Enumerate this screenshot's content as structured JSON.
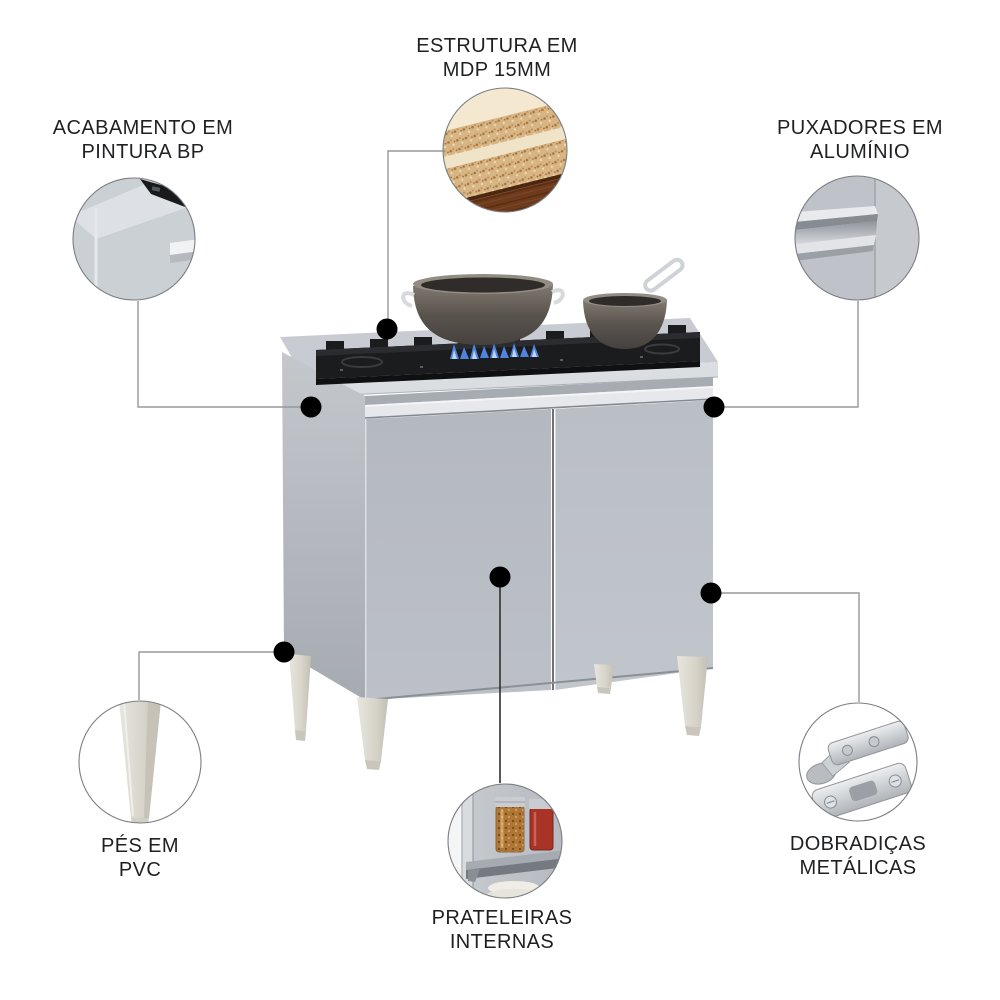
{
  "callouts": [
    {
      "id": "structure",
      "line1": "ESTRUTURA EM",
      "line2": "MDP 15MM",
      "photo": "mdp-board-cross-section"
    },
    {
      "id": "finish",
      "line1": "ACABAMENTO EM",
      "line2": "PINTURA BP",
      "photo": "bp-paint-cabinet-corner"
    },
    {
      "id": "handles",
      "line1": "PUXADORES EM",
      "line2": "ALUMÍNIO",
      "photo": "aluminum-handle-profile"
    },
    {
      "id": "feet",
      "line1": "PÉS EM",
      "line2": "PVC",
      "photo": "pvc-tapered-foot"
    },
    {
      "id": "shelves",
      "line1": "PRATELEIRAS",
      "line2": "INTERNAS",
      "photo": "internal-shelf-with-jars"
    },
    {
      "id": "hinges",
      "line1": "DOBRADIÇAS",
      "line2": "METÁLICAS",
      "photo": "metal-concealed-hinge"
    }
  ],
  "colors": {
    "background": "#ffffff",
    "text": "#1f2022",
    "connector_line": "#95989c",
    "dot_black": "#000000",
    "cabinet_door_gray": "#b7bbc2",
    "countertop_gray": "#c8ccd2",
    "handle_aluminum": "#e6e8eb",
    "leg_cream": "#dcd9d0",
    "cooktop_black": "#1b1c1e",
    "flame_blue": "#4f83dd",
    "pot_taupe": "#5a544e",
    "mdp_wood_brown": "#6e3c1d",
    "mdp_chipboard_tan": "#d8b584"
  }
}
